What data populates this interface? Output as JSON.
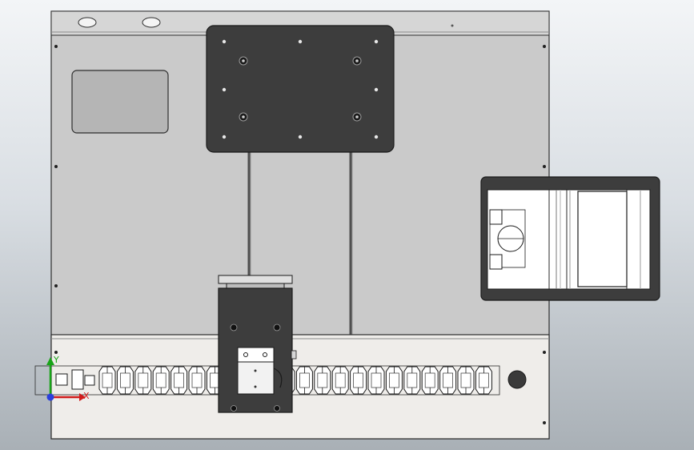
{
  "viewport": {
    "background_top": "#f3f5f7",
    "background_bottom": "#a9b0b6"
  },
  "colors": {
    "plate": "#c9c9c9",
    "plate_edge": "#3a3a3a",
    "dark_part": "#3d3d3d",
    "light_strip": "#efedea",
    "axis_x": "#d11a1a",
    "axis_y": "#18a418",
    "axis_z": "#2a3fdc"
  },
  "triad": {
    "x_label": "X",
    "y_label": "Y"
  },
  "chain": {
    "link_count": 22
  }
}
